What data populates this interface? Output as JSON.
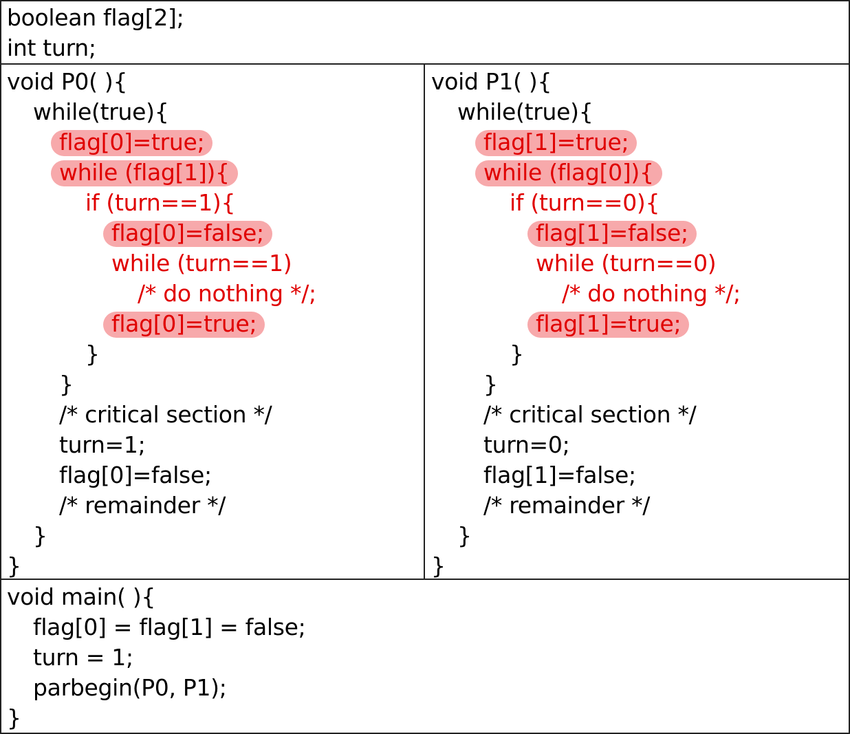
{
  "globals": [
    "boolean flag[2];",
    "int turn;"
  ],
  "p0": {
    "header": "void P0( ){",
    "loop": "while(true){",
    "entry": [
      {
        "text": "flag[0]=true;",
        "indent": 2,
        "red": true,
        "highlight": true
      },
      {
        "text": "while (flag[1]){",
        "indent": 2,
        "red": true,
        "highlight": true
      },
      {
        "text": "if (turn==1){",
        "indent": 3,
        "red": true,
        "highlight": false
      },
      {
        "text": "flag[0]=false;",
        "indent": 4,
        "red": true,
        "highlight": true
      },
      {
        "text": "while (turn==1)",
        "indent": 4,
        "red": true,
        "highlight": false
      },
      {
        "text": "/* do nothing */;",
        "indent": 5,
        "red": true,
        "highlight": false
      },
      {
        "text": "flag[0]=true;",
        "indent": 4,
        "red": true,
        "highlight": true
      },
      {
        "text": "}",
        "indent": 3,
        "red": false,
        "highlight": false
      },
      {
        "text": "}",
        "indent": 2,
        "red": false,
        "highlight": false
      }
    ],
    "critical": "/* critical section */",
    "set_turn": "turn=1;",
    "reset_flag": "flag[0]=false;",
    "remainder": "/* remainder */",
    "close_loop": "}",
    "close_fn": "}"
  },
  "p1": {
    "header": "void P1( ){",
    "loop": "while(true){",
    "entry": [
      {
        "text": "flag[1]=true;",
        "indent": 2,
        "red": true,
        "highlight": true
      },
      {
        "text": "while (flag[0]){",
        "indent": 2,
        "red": true,
        "highlight": true
      },
      {
        "text": "if (turn==0){",
        "indent": 3,
        "red": true,
        "highlight": false
      },
      {
        "text": "flag[1]=false;",
        "indent": 4,
        "red": true,
        "highlight": true
      },
      {
        "text": "while (turn==0)",
        "indent": 4,
        "red": true,
        "highlight": false
      },
      {
        "text": "/* do nothing */;",
        "indent": 5,
        "red": true,
        "highlight": false
      },
      {
        "text": "flag[1]=true;",
        "indent": 4,
        "red": true,
        "highlight": true
      },
      {
        "text": "}",
        "indent": 3,
        "red": false,
        "highlight": false
      },
      {
        "text": "}",
        "indent": 2,
        "red": false,
        "highlight": false
      }
    ],
    "critical": "/* critical section */",
    "set_turn": "turn=0;",
    "reset_flag": "flag[1]=false;",
    "remainder": "/* remainder */",
    "close_loop": "}",
    "close_fn": "}"
  },
  "main": {
    "header": "void main( ){",
    "lines": [
      "flag[0] = flag[1] = false;",
      "turn = 1;",
      "parbegin(P0, P1);"
    ],
    "close": "}"
  },
  "colors": {
    "text": "#000000",
    "red": "#e00000",
    "highlight": "#f7a9ab",
    "border": "#222222"
  }
}
